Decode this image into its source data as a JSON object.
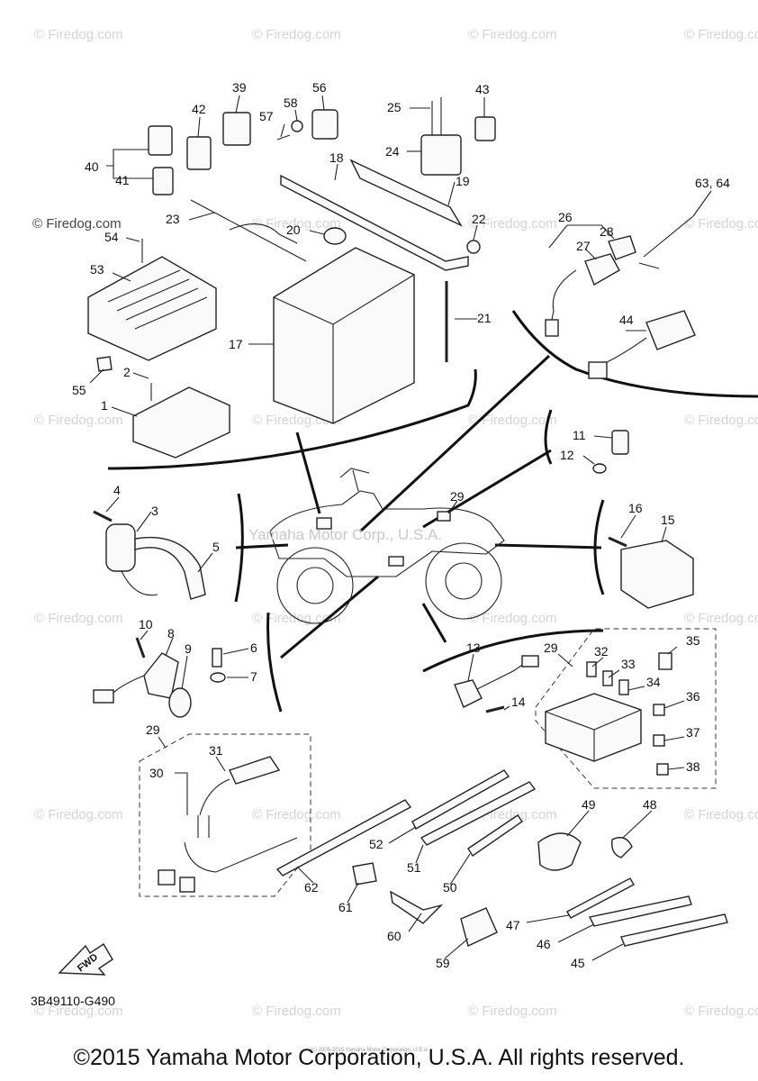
{
  "watermark": "© Firedog.com",
  "model_mark": "Yamaha Motor Corp., U.S.A.",
  "diagram_code": "3B49110-G490",
  "fwd_label": "FWD",
  "tiny_copyright": "(c) 2005-2015 Yamaha Motor Corporation, U.S.A.",
  "copyright": "©2015 Yamaha Motor Corporation, U.S.A. All rights reserved.",
  "callouts": [
    {
      "id": "c39",
      "text": "39"
    },
    {
      "id": "c42",
      "text": "42"
    },
    {
      "id": "c57",
      "text": "57"
    },
    {
      "id": "c58",
      "text": "58"
    },
    {
      "id": "c56",
      "text": "56"
    },
    {
      "id": "c25",
      "text": "25"
    },
    {
      "id": "c43",
      "text": "43"
    },
    {
      "id": "c24",
      "text": "24"
    },
    {
      "id": "c40",
      "text": "40"
    },
    {
      "id": "c41",
      "text": "41"
    },
    {
      "id": "c18",
      "text": "18"
    },
    {
      "id": "c19",
      "text": "19"
    },
    {
      "id": "c63",
      "text": "63, 64"
    },
    {
      "id": "c23",
      "text": "23"
    },
    {
      "id": "c20",
      "text": "20"
    },
    {
      "id": "c22",
      "text": "22"
    },
    {
      "id": "c26",
      "text": "26"
    },
    {
      "id": "c28",
      "text": "28"
    },
    {
      "id": "c27",
      "text": "27"
    },
    {
      "id": "c54",
      "text": "54"
    },
    {
      "id": "c53",
      "text": "53"
    },
    {
      "id": "c21",
      "text": "21"
    },
    {
      "id": "c44",
      "text": "44"
    },
    {
      "id": "c17",
      "text": "17"
    },
    {
      "id": "c2",
      "text": "2"
    },
    {
      "id": "c55",
      "text": "55"
    },
    {
      "id": "c1",
      "text": "1"
    },
    {
      "id": "c11",
      "text": "11"
    },
    {
      "id": "c12",
      "text": "12"
    },
    {
      "id": "c4",
      "text": "4"
    },
    {
      "id": "c3",
      "text": "3"
    },
    {
      "id": "c29a",
      "text": "29"
    },
    {
      "id": "c16",
      "text": "16"
    },
    {
      "id": "c15",
      "text": "15"
    },
    {
      "id": "c5",
      "text": "5"
    },
    {
      "id": "c10",
      "text": "10"
    },
    {
      "id": "c8",
      "text": "8"
    },
    {
      "id": "c9",
      "text": "9"
    },
    {
      "id": "c6",
      "text": "6"
    },
    {
      "id": "c7",
      "text": "7"
    },
    {
      "id": "c13",
      "text": "13"
    },
    {
      "id": "c29b",
      "text": "29"
    },
    {
      "id": "c32",
      "text": "32"
    },
    {
      "id": "c33",
      "text": "33"
    },
    {
      "id": "c35",
      "text": "35"
    },
    {
      "id": "c34",
      "text": "34"
    },
    {
      "id": "c36",
      "text": "36"
    },
    {
      "id": "c14",
      "text": "14"
    },
    {
      "id": "c37",
      "text": "37"
    },
    {
      "id": "c38",
      "text": "38"
    },
    {
      "id": "c29c",
      "text": "29"
    },
    {
      "id": "c31",
      "text": "31"
    },
    {
      "id": "c30",
      "text": "30"
    },
    {
      "id": "c49",
      "text": "49"
    },
    {
      "id": "c48",
      "text": "48"
    },
    {
      "id": "c52",
      "text": "52"
    },
    {
      "id": "c51",
      "text": "51"
    },
    {
      "id": "c50",
      "text": "50"
    },
    {
      "id": "c62",
      "text": "62"
    },
    {
      "id": "c61",
      "text": "61"
    },
    {
      "id": "c47",
      "text": "47"
    },
    {
      "id": "c60",
      "text": "60"
    },
    {
      "id": "c46",
      "text": "46"
    },
    {
      "id": "c59",
      "text": "59"
    },
    {
      "id": "c45",
      "text": "45"
    }
  ]
}
